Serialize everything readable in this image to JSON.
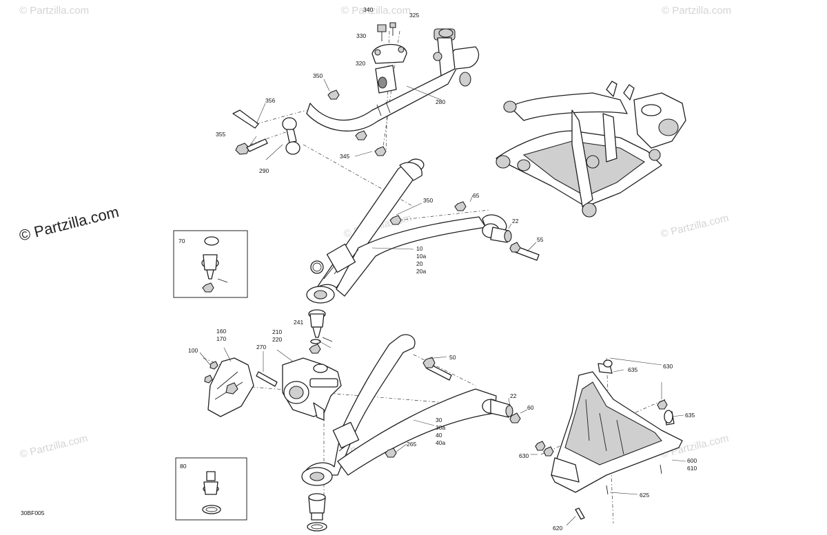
{
  "diagram_code": "30BF005",
  "watermark": {
    "text": "© Partzilla.com",
    "main": "© Partzilla.com"
  },
  "callouts": {
    "c340": "340",
    "c325": "325",
    "c330": "330",
    "c320": "320",
    "c350a": "350",
    "c356": "356",
    "c280": "280",
    "c355": "355",
    "c345": "345",
    "c290": "290",
    "c350b": "350",
    "c65": "65",
    "c22a": "22",
    "c55": "55",
    "c10": "10",
    "c10a": "10a",
    "c20": "20",
    "c20a": "20a",
    "c70": "70",
    "c241": "241",
    "c160": "160",
    "c170": "170",
    "c210": "210",
    "c220": "220",
    "c100": "100",
    "c270": "270",
    "c50": "50",
    "c22b": "22",
    "c60": "60",
    "c30": "30",
    "c30a": "30a",
    "c40": "40",
    "c40a": "40a",
    "c265": "265",
    "c80": "80",
    "c630a": "630",
    "c635a": "635",
    "c635b": "635",
    "c630b": "630",
    "c600": "600",
    "c610": "610",
    "c625": "625",
    "c620": "620"
  }
}
